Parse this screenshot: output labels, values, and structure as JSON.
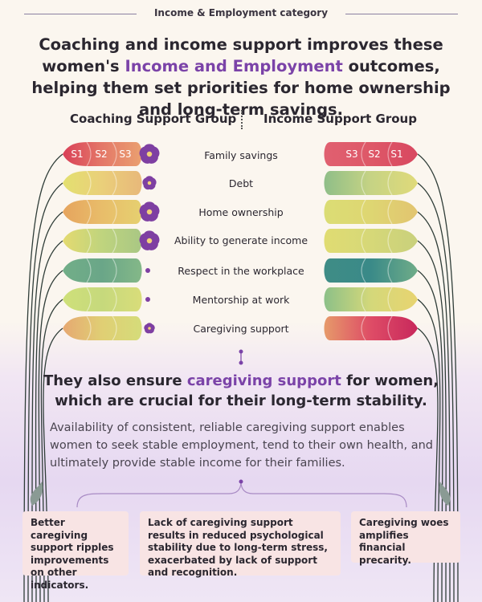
{
  "category_tag": "Income & Employment category",
  "headline": {
    "part1": "Coaching and income support improves these women's",
    "highlight": "Income and Employment",
    "part2": "outcomes, helping them set priorities for home ownership and long-term savings."
  },
  "groups": {
    "left": "Coaching Support Group",
    "right": "Income Support Group"
  },
  "stage_labels": {
    "left": [
      "S1",
      "S2",
      "S3"
    ],
    "right": [
      "S3",
      "S2",
      "S1"
    ]
  },
  "rows": [
    {
      "label": "Family savings",
      "flower": "large",
      "left": [
        "#d94058",
        "#e47868",
        "#eaa070"
      ],
      "right": [
        "#e06070",
        "#de5868",
        "#d84860"
      ]
    },
    {
      "label": "Debt",
      "flower": "medium",
      "left": [
        "#e3e070",
        "#eacf7a",
        "#e8b87a"
      ],
      "right": [
        "#8fbe88",
        "#c6d384",
        "#e0da7a"
      ]
    },
    {
      "label": "Home ownership",
      "flower": "large",
      "left": [
        "#e6a45e",
        "#e8bd6a",
        "#e6d070"
      ],
      "right": [
        "#dbdd74",
        "#ded672",
        "#e2c470"
      ]
    },
    {
      "label": "Ability to generate income",
      "flower": "large",
      "left": [
        "#e4da70",
        "#bfd47e",
        "#a9c784"
      ],
      "right": [
        "#e0dc72",
        "#d6d878",
        "#c9d07c"
      ]
    },
    {
      "label": "Respect in the workplace",
      "flower": "tiny",
      "left": [
        "#72ae88",
        "#6aa688",
        "#84b888"
      ],
      "right": [
        "#3f8c86",
        "#3a8a88",
        "#6fac88"
      ]
    },
    {
      "label": "Mentorship at work",
      "flower": "tiny",
      "left": [
        "#cfe07a",
        "#c6d97c",
        "#d9dd7a"
      ],
      "right": [
        "#8cc088",
        "#d4d87a",
        "#e8d470"
      ]
    },
    {
      "label": "Caregiving support",
      "flower": "small",
      "left": [
        "#e6a872",
        "#e0cf74",
        "#d5dc7a"
      ],
      "right": [
        "#e69a6a",
        "#de4c66",
        "#c8285c"
      ]
    }
  ],
  "sub_headline": {
    "part1": "They also ensure",
    "highlight": "caregiving support",
    "part2": "for women, which are crucial for their long-term stability."
  },
  "paragraph": "Availability of consistent, reliable caregiving support enables women to seek stable employment, tend to their own health, and ultimately provide stable income for their families.",
  "cards": [
    "Better caregiving support ripples improvements on other indicators.",
    "Lack of caregiving support results in reduced psychological stability due to long-term stress, exacerbated by lack of support and recognition.",
    "Caregiving woes amplifies financial precarity."
  ],
  "colors": {
    "accent": "#7b43a8",
    "flower": "#7e3fa2",
    "flower_center": "#f2d27a",
    "card_bg": "#f8e4e4",
    "stem": "#2f3d38"
  }
}
